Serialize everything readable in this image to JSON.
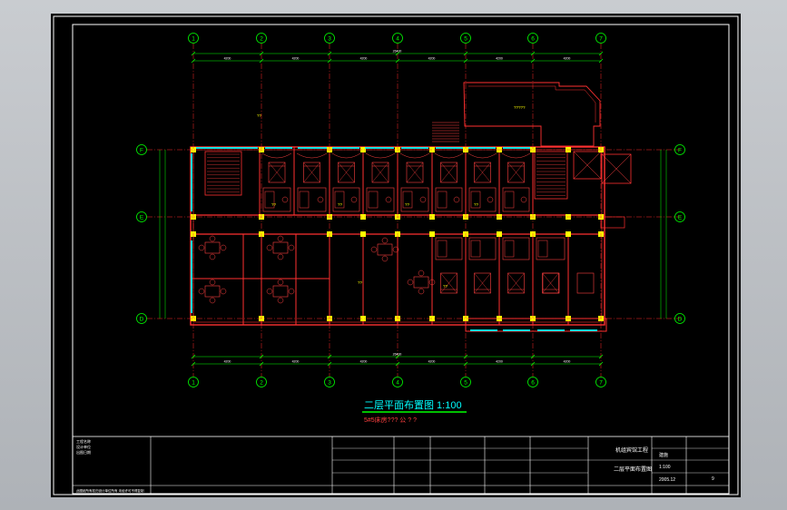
{
  "drawing": {
    "title": "二层平面布置图 1:100",
    "subtitle": "5#5床房??? 公 ? ?",
    "colors": {
      "background": "#000000",
      "viewport": "#bfc3c8",
      "frame": "#ffffff",
      "inner_frame": "#00ff00",
      "wall": "#ff3030",
      "furniture": "#ff4040",
      "axis": "#ff2a2a",
      "bubble": "#00ff00",
      "column": "#ffff00",
      "window": "#00ffff",
      "text": "#ffffff",
      "dimension": "#00ff00",
      "title": "#00ffff"
    },
    "axes_top": [
      "1",
      "2",
      "3",
      "4",
      "5",
      "6",
      "7"
    ],
    "axes_bottom": [
      "1",
      "2",
      "3",
      "4",
      "5",
      "6",
      "7"
    ],
    "axes_left": [
      "F",
      "E",
      "D"
    ],
    "axes_right": [
      "F",
      "E",
      "D"
    ],
    "top_total_dim": "26400",
    "bottom_total_dim": "26400",
    "top_dims": [
      "4200",
      "4200",
      "4200",
      "4200",
      "4200",
      "4200"
    ],
    "bottom_dims": [
      "4200",
      "4200",
      "4200",
      "4200",
      "4200",
      "4200"
    ],
    "room_tags": [
      "??",
      "??",
      "??",
      "?????",
      "??",
      "??",
      "??",
      "??"
    ],
    "title_block": {
      "left_lines": [
        "工程名称",
        "设计单位",
        "出图日期"
      ],
      "project_name": "机组宾馆工程",
      "drawing_name": "二层平面布置图",
      "discipline": "建施",
      "scale": "1:100",
      "date": "2005.12",
      "sheet_no": "9",
      "footer_note": "此图纸所有权归设计单位所有 未经许可不得复制"
    }
  }
}
